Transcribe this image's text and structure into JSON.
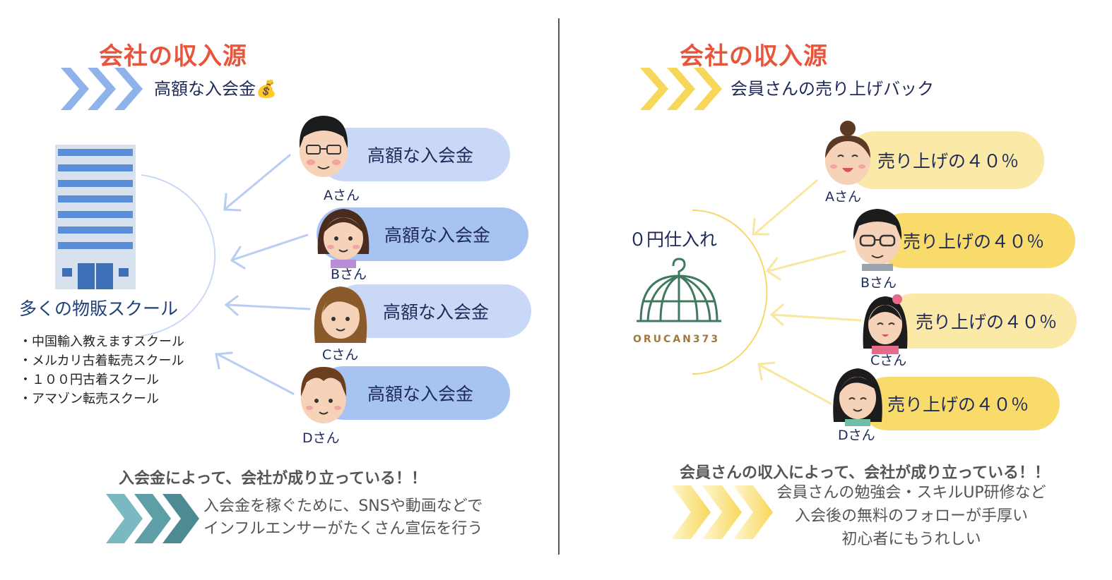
{
  "left": {
    "title": "会社の収入源",
    "subtitle": "高額な入会金💰",
    "pill_label": "高額な入会金",
    "members": [
      {
        "name": "Aさん"
      },
      {
        "name": "Bさん"
      },
      {
        "name": "Cさん"
      },
      {
        "name": "Dさん"
      }
    ],
    "school_name": "多くの物販スクール",
    "schools": [
      "・中国輸入教えますスクール",
      "・メルカリ古着転売スクール",
      "・１００円古着スクール",
      "・アマゾン転売スクール"
    ],
    "conclusion": "入会金によって、会社が成り立っている！！",
    "notes": [
      "入会金を稼ぐために、SNSや動画などで",
      "インフルエンサーがたくさん宣伝を行う"
    ],
    "colors": {
      "chevron": "#8fb2ea",
      "pill_light": "#c9d8f7",
      "pill_dark": "#a7c3f1",
      "teal": "#5e9fa7"
    }
  },
  "right": {
    "title": "会社の収入源",
    "subtitle": "会員さんの売り上げバック",
    "pill_label": "売り上げの４０％",
    "members": [
      {
        "name": "Aさん"
      },
      {
        "name": "Bさん"
      },
      {
        "name": "Cさん"
      },
      {
        "name": "Dさん"
      }
    ],
    "zero_cost": "０円仕入れ",
    "logo_text": "ORUCAN373",
    "conclusion": "会員さんの収入によって、会社が成り立っている！！",
    "notes": [
      "会員さんの勉強会・スキルUP研修など",
      "入会後の無料のフォローが手厚い",
      "初心者にもうれしい"
    ],
    "colors": {
      "chevron": "#f7d75a",
      "pill_light": "#fbe9a8",
      "pill_dark": "#f9db6b",
      "logo": "#3f7a5f",
      "logo_text": "#a0793e"
    }
  }
}
